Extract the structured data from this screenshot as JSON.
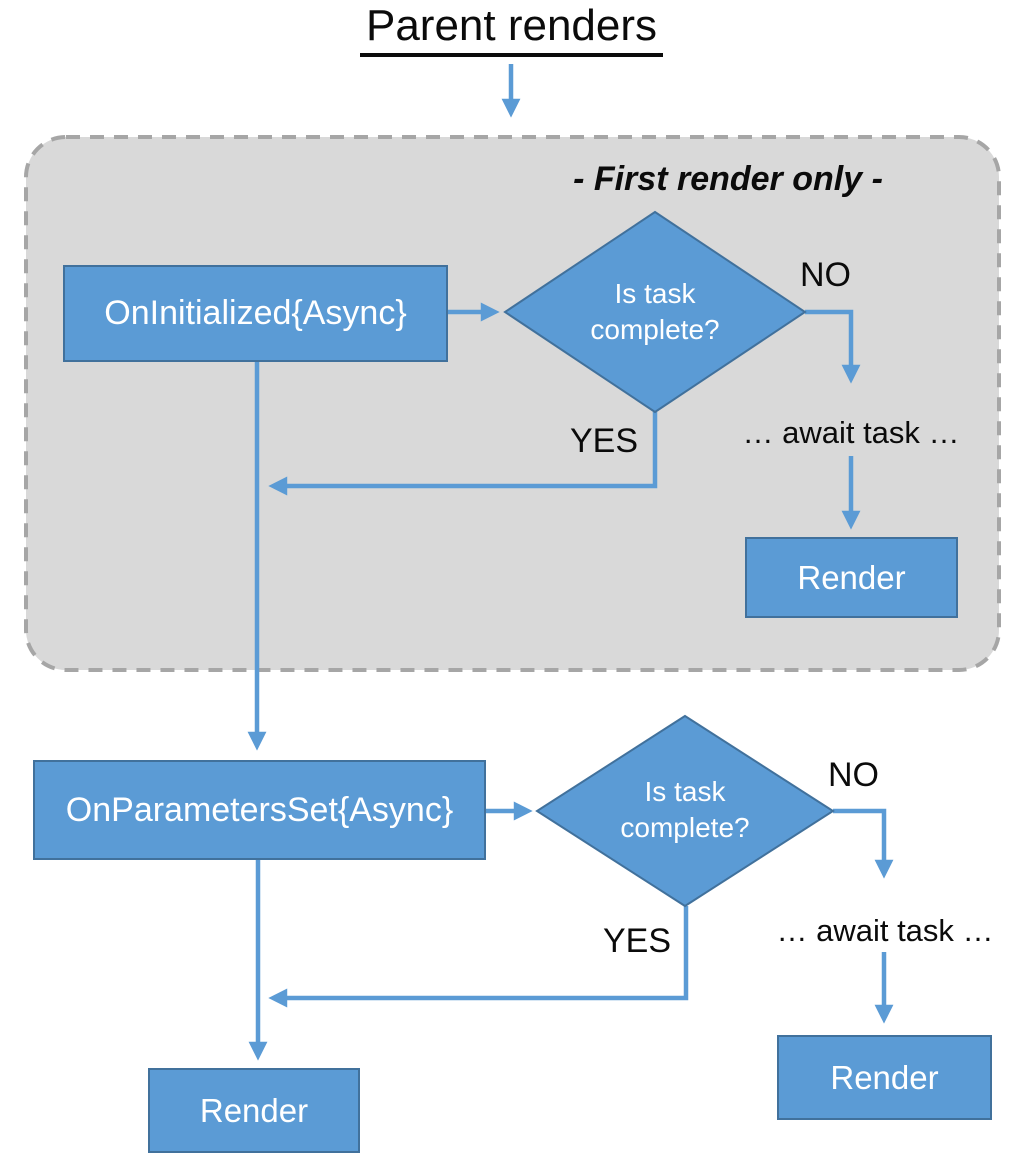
{
  "diagram": {
    "title": "Parent renders",
    "first_render_section": {
      "section_label": "- First render only -",
      "lifecycle_box": "OnInitialized{Async}",
      "decision": "Is task complete?",
      "no_label": "NO",
      "yes_label": "YES",
      "await_label": "… await task …",
      "render_box": "Render"
    },
    "parameters_section": {
      "lifecycle_box": "OnParametersSet{Async}",
      "decision": "Is task complete?",
      "no_label": "NO",
      "yes_label": "YES",
      "await_label": "… await task …",
      "render_box": "Render",
      "final_render_box": "Render"
    }
  },
  "colors": {
    "shape_fill": "#5B9BD5",
    "shape_border": "#41719C",
    "connector": "#5B9BD5",
    "container_fill": "#D9D9D9",
    "container_border": "#A6A6A6",
    "text_dark": "#0b0b0b",
    "text_light": "#ffffff"
  }
}
